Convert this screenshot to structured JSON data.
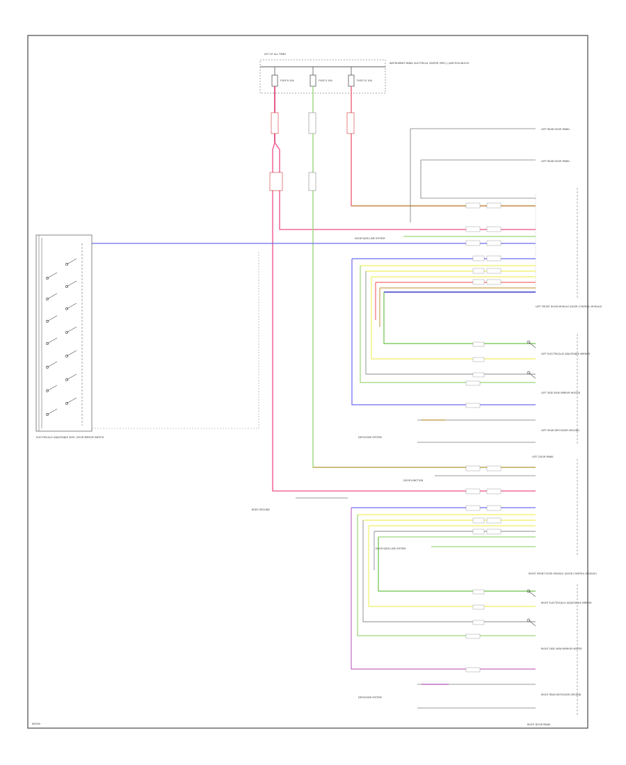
{
  "diagram": {
    "fuse_block": {
      "top_label": "HOT AT ALL TIMES",
      "name": "INSTRUMENT PANEL ELECTRICAL CENTER (IPEC) / JUNCTION BLOCK",
      "fuses": [
        "FUSE 8 10A",
        "FUSE 9 10A",
        "FUSE 10 10A"
      ]
    },
    "left_switch": {
      "label": "ELECTRICALLY ADJUSTABLE SEAT, DOOR MIRROR SWITCH"
    },
    "lh_door_panel": {
      "top_connector_labels": [
        "LEFT REAR DOOR PANEL",
        "LEFT REAR DOOR PANEL"
      ],
      "module_label": "LEFT FRONT DOOR MODULE (DOOR CONTROL MODULE)",
      "motor1_label": "LEFT ELECTRICALLY ADJUSTABLE MIRROR",
      "motor2_label": "LEFT SIDE VIEW MIRROR HEATER",
      "defogger_label": "LEFT REAR DEFOGGER GROUND",
      "defogger_system": "DEFOGGER SYSTEM",
      "data_link": "DOOR DATA LINE SYSTEM"
    },
    "rh_door_panel": {
      "panel_label": "LEFT DOOR PANEL",
      "module_label": "RIGHT FRONT DOOR MODULE (DOOR CONTROL MODULE)",
      "motor1_label": "RIGHT ELECTRICALLY ADJUSTABLE MIRROR",
      "motor2_label": "RIGHT SIDE VIEW MIRROR HEATER",
      "defogger_label": "RIGHT REAR DEFOGGER GROUND",
      "defogger_system": "DEFOGGER SYSTEM",
      "data_link": "DOOR DATA LINE SYSTEM",
      "bottom_label": "RIGHT DOOR PANEL"
    },
    "junction_label": "DOOR JUNCTION",
    "ground_label": "BODY GROUND",
    "footer_code": "W0000"
  }
}
